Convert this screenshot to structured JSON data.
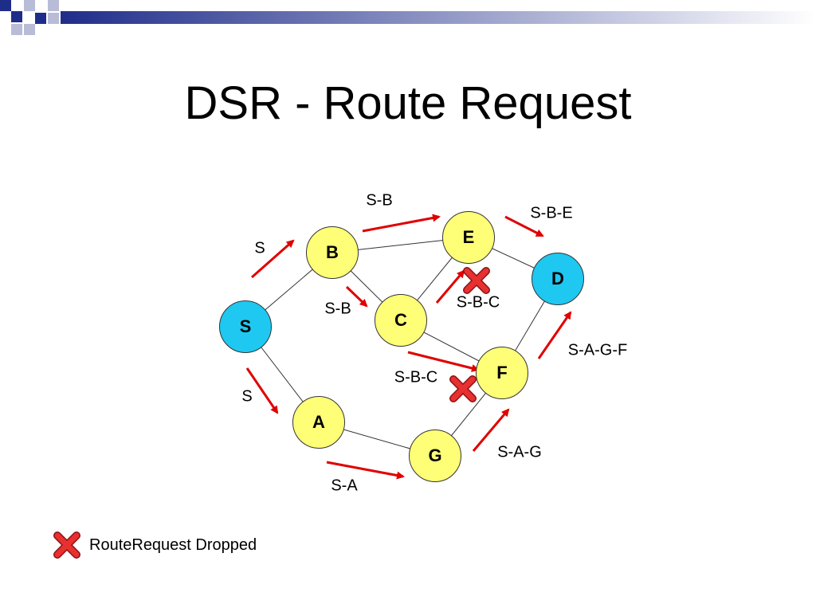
{
  "title": "DSR - Route Request",
  "colors": {
    "source_dest_fill": "#1ec8f0",
    "node_fill": "#ffff77",
    "arrow": "#e00000",
    "link": "#333333",
    "deco_navy": "#1f2d8a",
    "deco_gray": "#b8bcd6"
  },
  "nodes": {
    "S": "S",
    "B": "B",
    "E": "E",
    "D": "D",
    "C": "C",
    "F": "F",
    "A": "A",
    "G": "G"
  },
  "labels": {
    "sb_top": "S-B",
    "sbe": "S-B-E",
    "s_upper": "S",
    "sb_mid": "S-B",
    "sbc_upper": "S-B-C",
    "sagf": "S-A-G-F",
    "sbc_lower": "S-B-C",
    "s_lower": "S",
    "sag": "S-A-G",
    "sa": "S-A"
  },
  "legend": {
    "icon": "red-x-icon",
    "text": "RouteRequest Dropped"
  }
}
